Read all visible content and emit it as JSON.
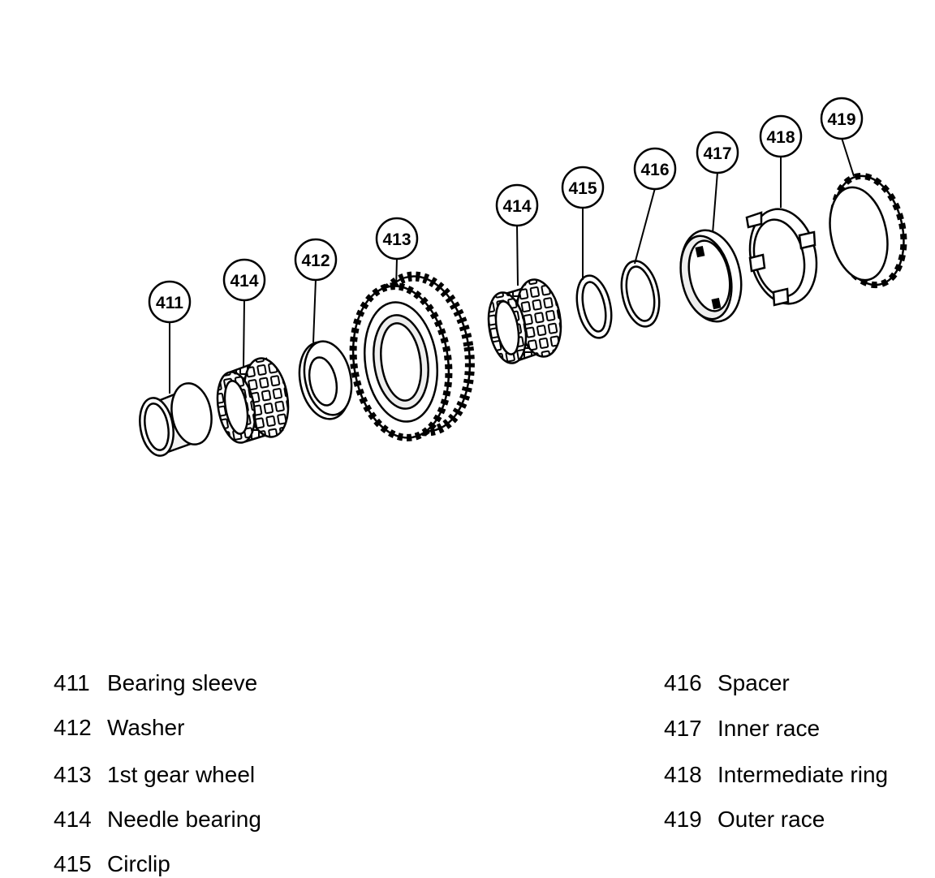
{
  "parts": [
    {
      "id": "411",
      "label": "Bearing sleeve"
    },
    {
      "id": "412",
      "label": "Washer"
    },
    {
      "id": "413",
      "label": "1st gear wheel"
    },
    {
      "id": "414",
      "label": "Needle bearing"
    },
    {
      "id": "415",
      "label": "Circlip"
    },
    {
      "id": "416",
      "label": "Spacer"
    },
    {
      "id": "417",
      "label": "Inner race"
    },
    {
      "id": "418",
      "label": "Intermediate ring"
    },
    {
      "id": "419",
      "label": "Outer race"
    }
  ],
  "callouts": [
    "411",
    "414",
    "412",
    "413",
    "414",
    "415",
    "416",
    "417",
    "418",
    "419"
  ]
}
